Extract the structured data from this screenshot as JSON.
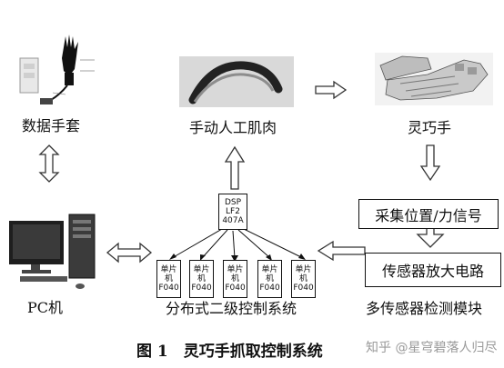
{
  "nodes": {
    "data_glove": "数据手套",
    "manual_muscle": "手动人工肌肉",
    "dexterous_hand": "灵巧手",
    "collect_signal": "采集位置/力信号",
    "amplifier": "传感器放大电路",
    "multi_sensor": "多传感器检测模块",
    "pc": "PC机",
    "distributed": "分布式二级控制系统"
  },
  "dsp": {
    "line1": "DSP",
    "line2": "LF2",
    "line3": "407A"
  },
  "mcus": [
    {
      "line1": "单片",
      "line2": "机",
      "line3": "F040"
    },
    {
      "line1": "单片",
      "line2": "机",
      "line3": "F040"
    },
    {
      "line1": "单片",
      "line2": "机",
      "line3": "F040"
    },
    {
      "line1": "单片",
      "line2": "机",
      "line3": "F040"
    },
    {
      "line1": "单片",
      "line2": "机",
      "line3": "F040"
    }
  ],
  "caption": "图 1　灵巧手抓取控制系统",
  "watermark": "知乎 @星穹碧落人归尽"
}
